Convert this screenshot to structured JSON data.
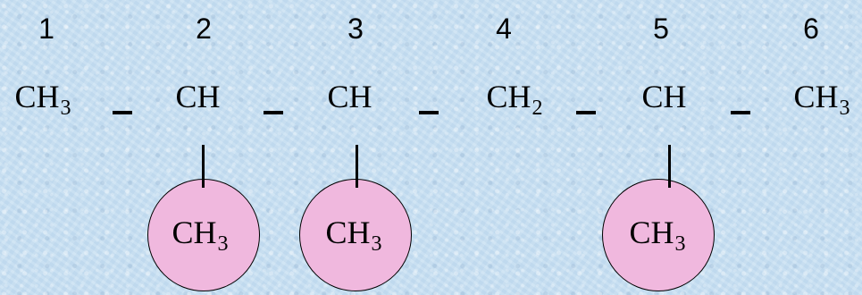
{
  "numbers": [
    "1",
    "2",
    "3",
    "4",
    "5",
    "6"
  ],
  "chain": [
    {
      "base": "CH",
      "sub": "3"
    },
    {
      "base": "CH",
      "sub": ""
    },
    {
      "base": "CH",
      "sub": ""
    },
    {
      "base": "CH",
      "sub": "2"
    },
    {
      "base": "CH",
      "sub": ""
    },
    {
      "base": "CH",
      "sub": "3"
    }
  ],
  "bond_symbol": "–",
  "branches": [
    {
      "carbon": "2",
      "base": "CH",
      "sub": "3"
    },
    {
      "carbon": "3",
      "base": "CH",
      "sub": "3"
    },
    {
      "carbon": "5",
      "base": "CH",
      "sub": "3"
    }
  ],
  "colors": {
    "background": "#c8dff2",
    "highlight_circle": "#f0b8de",
    "text": "#000000"
  }
}
